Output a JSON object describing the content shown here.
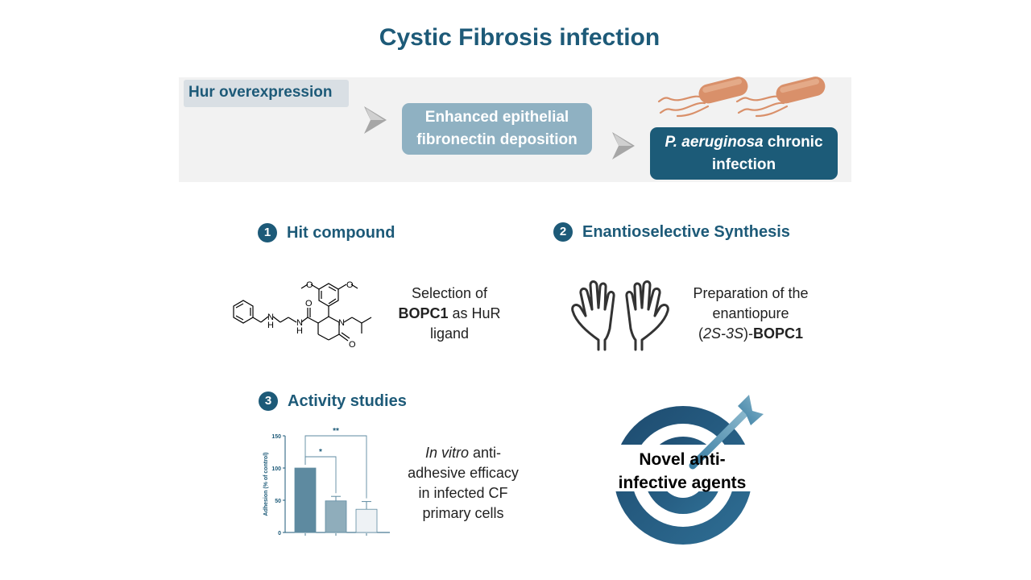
{
  "title": "Cystic Fibrosis infection",
  "banner": {
    "step1": "Hur overexpression",
    "step2_line1": "Enhanced epithelial",
    "step2_line2": "fibronectin deposition",
    "step3_italic": "P. aeruginosa",
    "step3_rest": " chronic",
    "step3_line2": "infection"
  },
  "sections": {
    "hit": {
      "number": "1",
      "heading": "Hit compound",
      "desc_line1": "Selection of",
      "desc_bold": "BOPC1",
      "desc_line2_rest": " as HuR",
      "desc_line3": "ligand"
    },
    "synthesis": {
      "number": "2",
      "heading": "Enantioselective Synthesis",
      "desc_line1": "Preparation of the",
      "desc_line2": "enantiopure",
      "desc_paren_open": "(",
      "desc_italic": "2S-3S",
      "desc_paren_close": ")-",
      "desc_bold": "BOPC1"
    },
    "activity": {
      "number": "3",
      "heading": "Activity studies",
      "desc_italic": "In  vitro",
      "desc_line1_rest": " anti-",
      "desc_line2": "adhesive efficacy",
      "desc_line3": "in infected CF",
      "desc_line4": "primary cells"
    }
  },
  "molecule": {
    "o1": "O",
    "o2": "O",
    "n1": "N",
    "h1": "H",
    "n2": "N",
    "h2": "H",
    "n3": "N",
    "o3": "O",
    "o4": "O"
  },
  "target": {
    "line1": "Novel anti-",
    "line2": "infective agents"
  },
  "colors": {
    "primary": "#1d5a78",
    "light_blue": "#8fb1c2",
    "banner_bg": "#f2f2f2",
    "bacteria": "#d9906a"
  },
  "chart_data": {
    "type": "bar",
    "ylabel": "Adhesion (% of control)",
    "ylim": [
      0,
      150
    ],
    "yticks": [
      "0",
      "50",
      "100",
      "150"
    ],
    "values": [
      100,
      49,
      36
    ],
    "errors": [
      0,
      7,
      12
    ],
    "bar_colors": [
      "#5e8aa0",
      "#8fadbb",
      "#eef2f5"
    ],
    "significance": [
      {
        "from": 0,
        "to": 1,
        "label": "*"
      },
      {
        "from": 0,
        "to": 2,
        "label": "**"
      }
    ]
  }
}
